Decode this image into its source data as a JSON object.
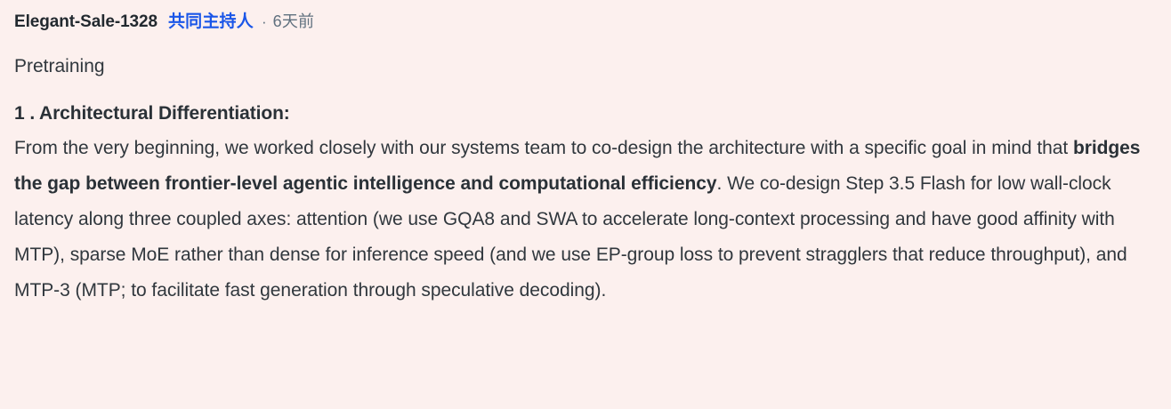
{
  "post": {
    "author": "Elegant-Sale-1328",
    "role_badge": "共同主持人",
    "meta_separator": "·",
    "timestamp": "6天前",
    "section_label": "Pretraining",
    "heading": "1 . Architectural Differentiation:",
    "body": {
      "lead": "From the very beginning, we worked closely with our systems team to co-design the architecture with a specific goal in mind that ",
      "emphasis": "bridges the gap between frontier-level agentic intelligence and computational efficiency",
      "tail": ". We co-design Step 3.5 Flash for low wall-clock latency along three coupled axes: attention (we use GQA8 and SWA to accelerate long-context processing and have good affinity with MTP), sparse MoE rather than dense for inference speed (and we use EP-group loss to prevent stragglers that reduce throughput), and MTP-3 (MTP; to facilitate fast generation through speculative decoding)."
    }
  },
  "colors": {
    "background": "#fcf0ee",
    "text": "#30373d",
    "heading": "#2a3137",
    "badge_blue": "#1a56e8",
    "meta_gray": "#60717f"
  }
}
